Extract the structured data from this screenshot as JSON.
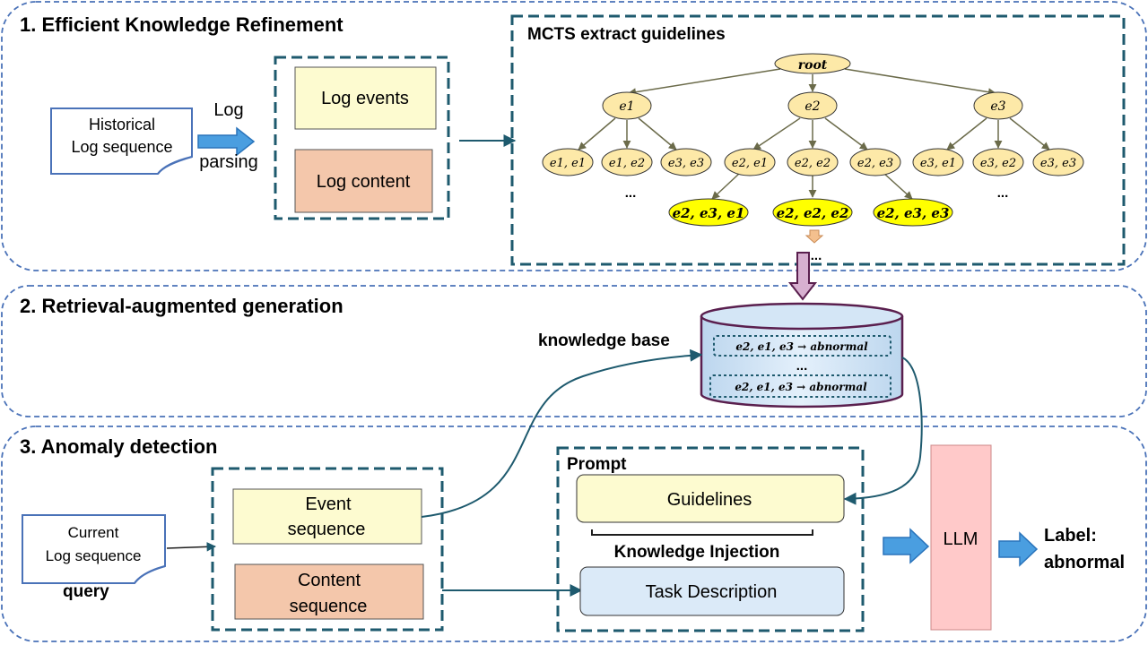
{
  "sections": {
    "refinement": "1. Efficient Knowledge Refinement",
    "rag": "2. Retrieval-augmented generation",
    "detection": "3. Anomaly detection"
  },
  "historical_doc": [
    "Historical",
    "Log sequence"
  ],
  "log_parsing": [
    "Log",
    "parsing"
  ],
  "log_events": "Log events",
  "log_content": "Log content",
  "mcts": {
    "title": "MCTS extract guidelines",
    "root": "root",
    "level1": [
      "e1",
      "e2",
      "e3"
    ],
    "level2": [
      "e1, e1",
      "e1, e2",
      "e3, e3",
      "e2, e1",
      "e2, e2",
      "e2, e3",
      "e3, e1",
      "e3, e2",
      "e3, e3"
    ],
    "level3": [
      "e2, e3, e1",
      "e2, e2, e2",
      "e2, e3, e3"
    ],
    "ellipsis": "..."
  },
  "knowledge_base": {
    "label": "knowledge base",
    "entries": [
      "e2, e1, e3 → abnormal",
      "e2, e1, e3 → abnormal"
    ],
    "ellipsis": "..."
  },
  "current_doc": [
    "Current",
    "Log sequence"
  ],
  "query": "query",
  "event_sequence": [
    "Event",
    "sequence"
  ],
  "content_sequence": [
    "Content",
    "sequence"
  ],
  "prompt": {
    "title": "Prompt",
    "guidelines": "Guidelines",
    "knowledge_injection": "Knowledge Injection",
    "task_description": "Task Description"
  },
  "llm": "LLM",
  "output_label": [
    "Label:",
    "abnormal"
  ],
  "colors": {
    "section_border": "#4a72b8",
    "teal": "#1e5a6e",
    "yellow_box": "#fdfbd0",
    "salmon_box": "#f4c7ab",
    "blue_box": "#dbeaf8",
    "tree_node": "#fde9a8",
    "tree_leaf_highlight": "#ffff00",
    "tree_edge": "#6b6b4a",
    "kb_border": "#5a1f4e",
    "llm_fill": "#ffc9c9",
    "arrow_blue": "#4a9ee0"
  }
}
